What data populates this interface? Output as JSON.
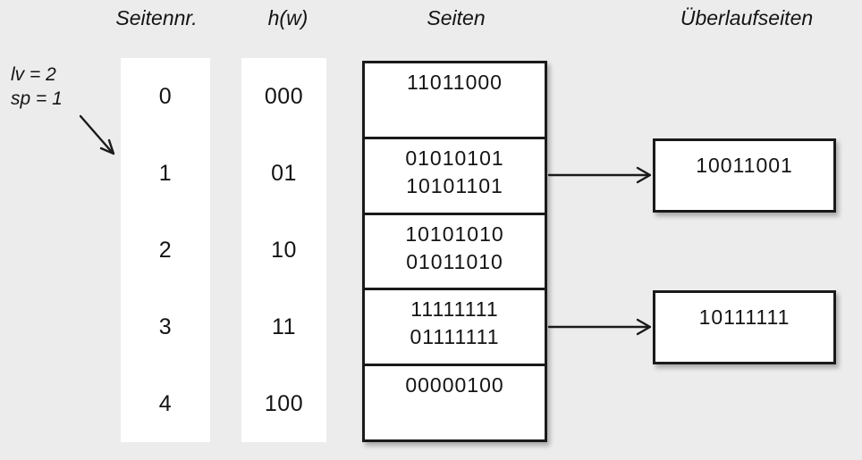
{
  "headers": {
    "seitennr": "Seitennr.",
    "hw": "h(w)",
    "seiten": "Seiten",
    "ueberlauf": "Überlaufseiten"
  },
  "annotation": {
    "line1": "lv = 2",
    "line2": "sp = 1"
  },
  "rows": [
    {
      "nr": "0",
      "hw": "000",
      "lines": [
        "11011000"
      ],
      "overflow": null
    },
    {
      "nr": "1",
      "hw": "01",
      "lines": [
        "01010101",
        "10101101"
      ],
      "overflow": "10011001"
    },
    {
      "nr": "2",
      "hw": "10",
      "lines": [
        "10101010",
        "01011010"
      ],
      "overflow": null
    },
    {
      "nr": "3",
      "hw": "11",
      "lines": [
        "11111111",
        "01111111"
      ],
      "overflow": "10111111"
    },
    {
      "nr": "4",
      "hw": "100",
      "lines": [
        "00000100"
      ],
      "overflow": null
    }
  ],
  "colors": {
    "background": "#ececec",
    "box_fill": "#ffffff",
    "line": "#1a1a1a"
  }
}
